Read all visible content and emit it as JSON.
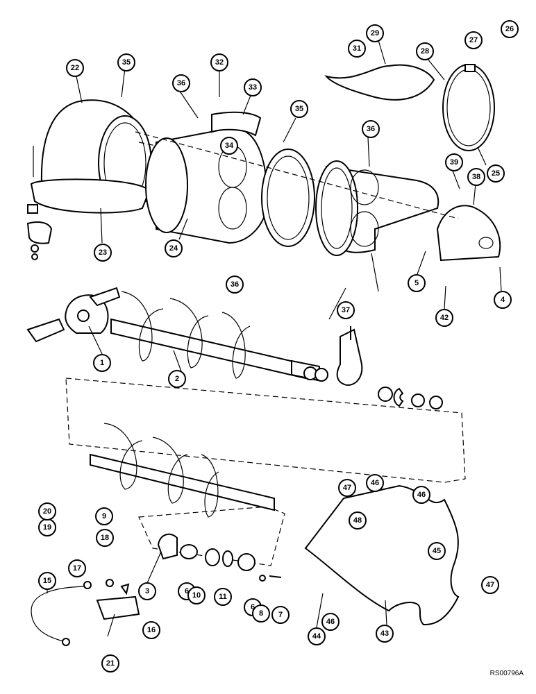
{
  "reference_code": "RS00796A",
  "callouts": [
    "1",
    "2",
    "3",
    "4",
    "5",
    "6",
    "6",
    "7",
    "8",
    "9",
    "10",
    "11",
    "15",
    "16",
    "17",
    "18",
    "19",
    "20",
    "21",
    "22",
    "23",
    "24",
    "25",
    "26",
    "27",
    "28",
    "29",
    "31",
    "32",
    "33",
    "34",
    "35",
    "35",
    "36",
    "36",
    "36",
    "37",
    "38",
    "39",
    "42",
    "43",
    "44",
    "45",
    "46",
    "46",
    "46",
    "47",
    "47",
    "48"
  ]
}
